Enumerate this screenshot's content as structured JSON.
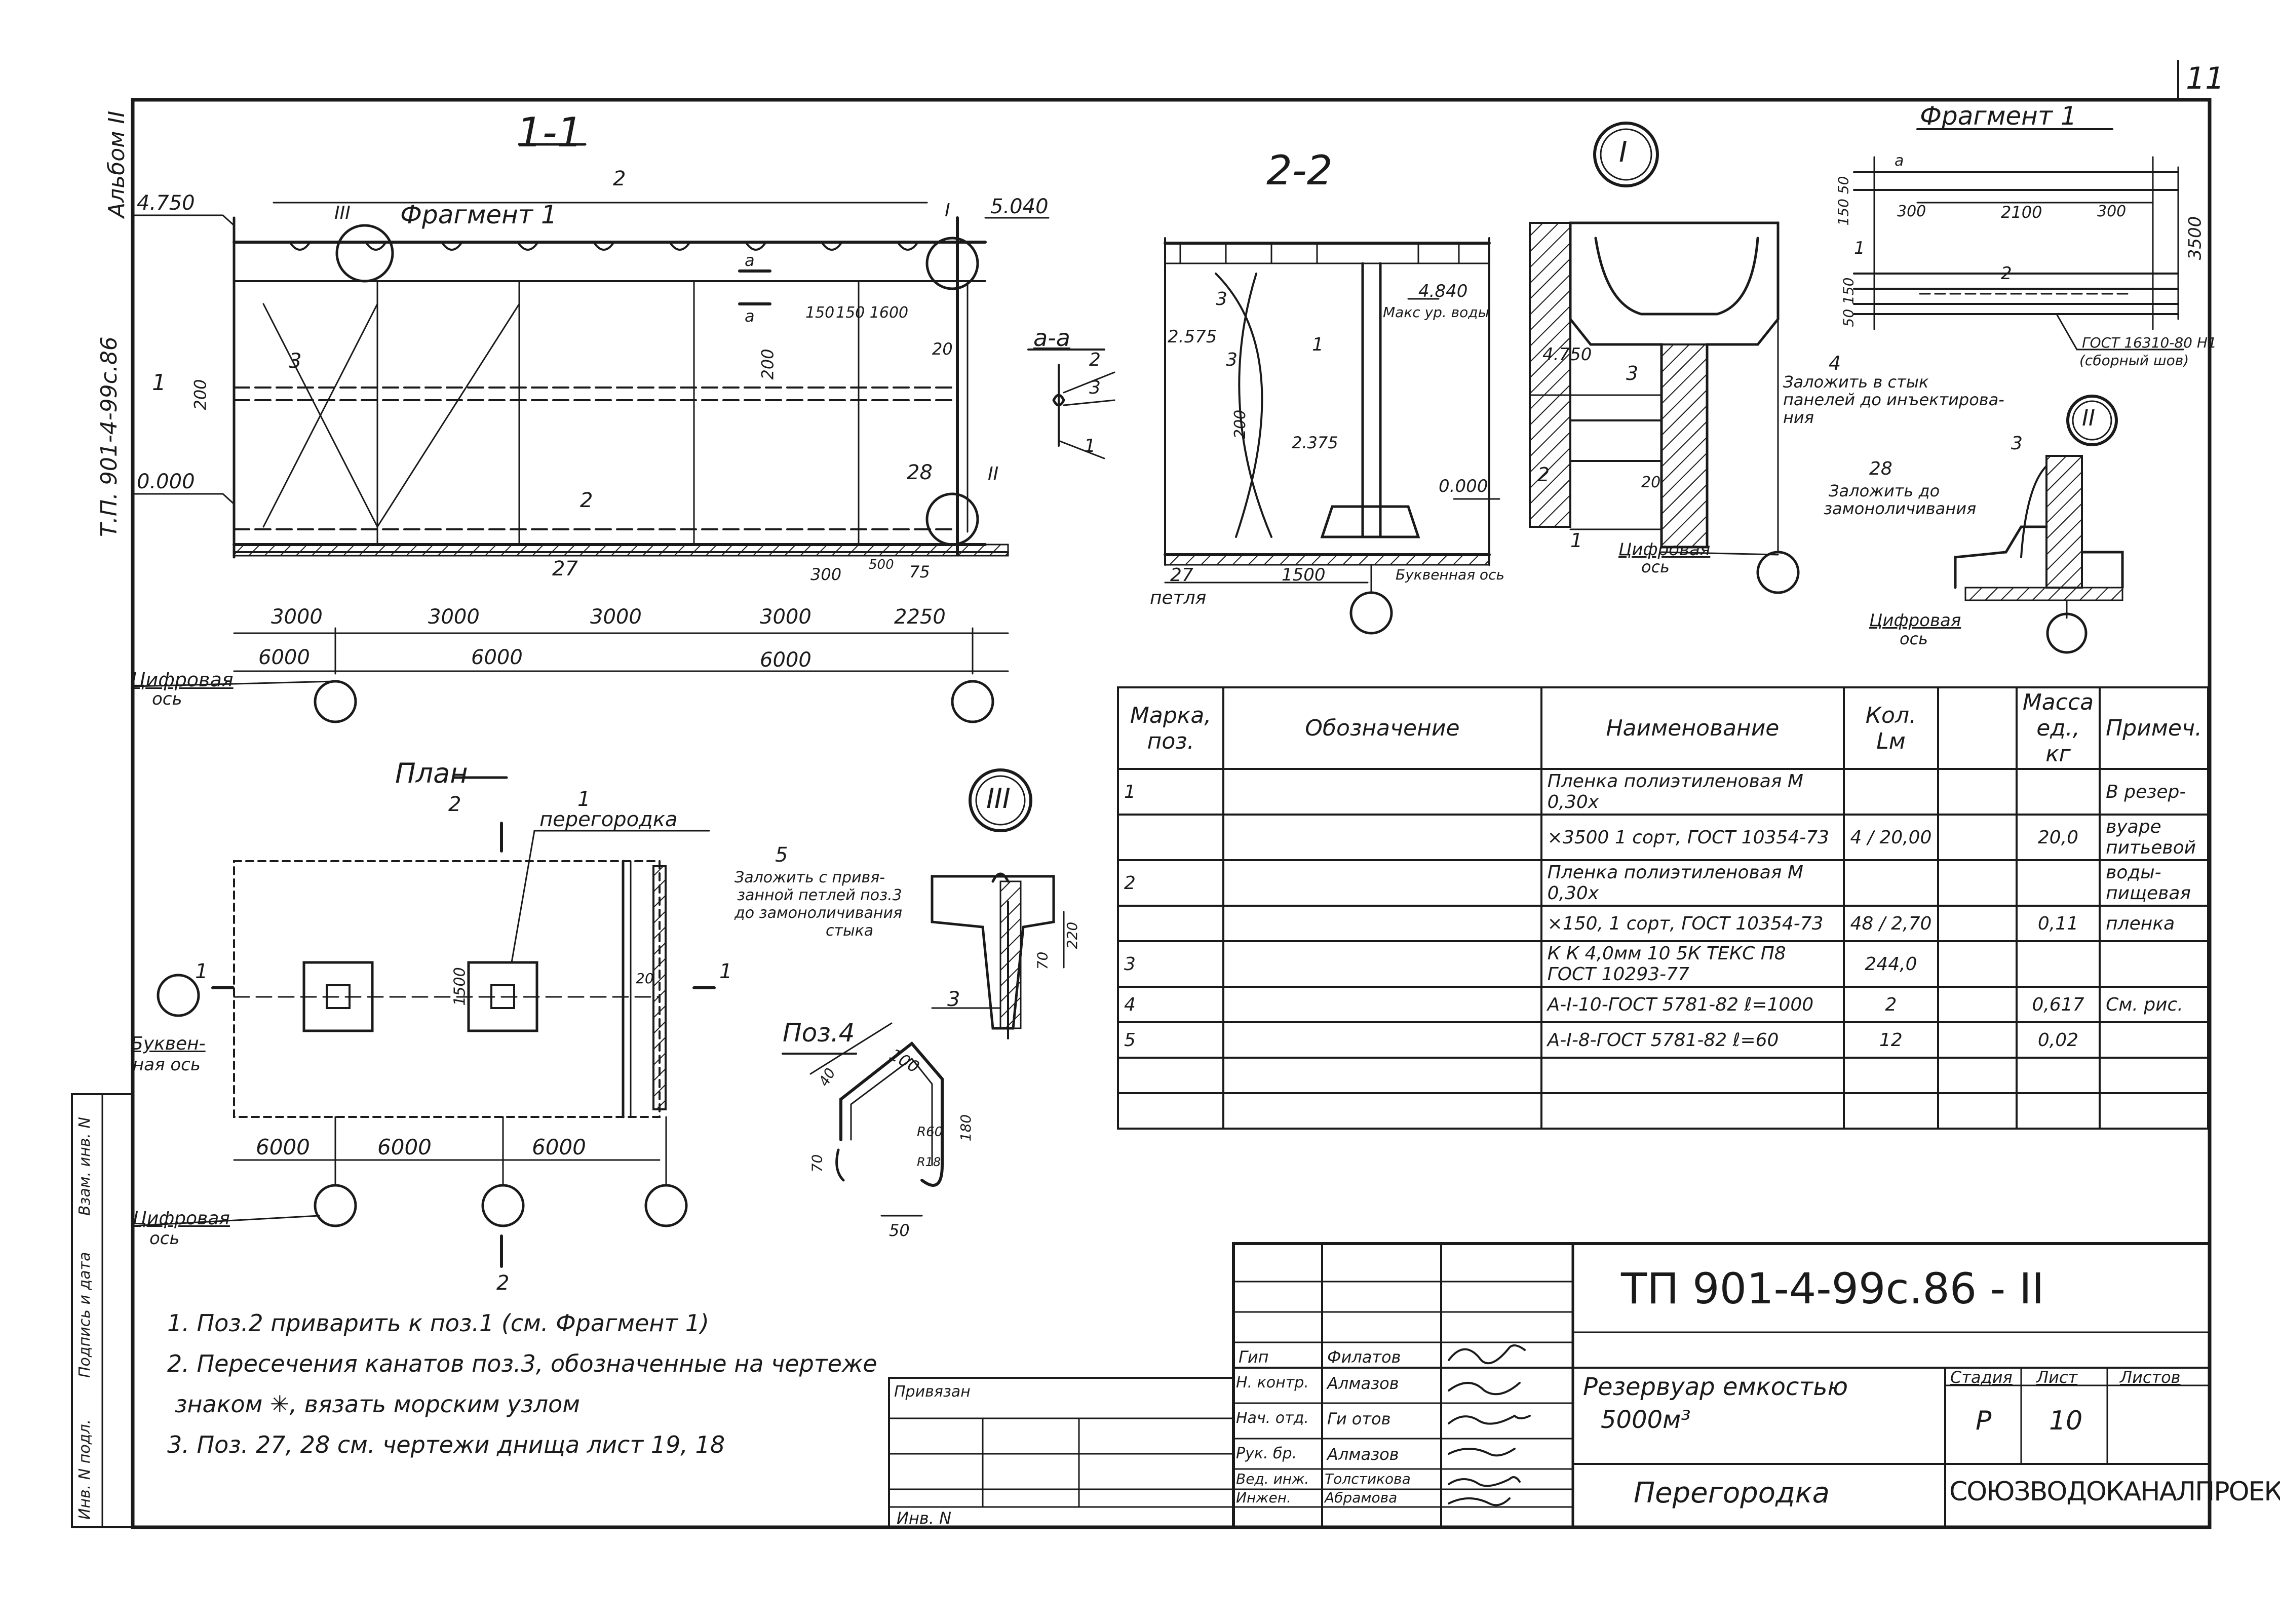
{
  "sheet_number": "11",
  "views": {
    "section_1_1": {
      "title": "1-1",
      "fragment_label": "Фрагмент 1",
      "elev_4750": "4.750",
      "elev_5040": "5.040",
      "elev_0000": "0.000",
      "pos_2_top": "2",
      "pos_1_left": "1",
      "pos_3": "3",
      "pos_2_bottom": "2",
      "pos_27": "27",
      "pos_28": "28",
      "pos_20": "20",
      "dim_200_left": "200",
      "dim_200_mid": "200",
      "dim_150": "150",
      "dim_150_1600": "150 1600",
      "dim_300": "300",
      "dim_500": "500",
      "dim_75": "75",
      "dims_3000": [
        "3000",
        "3000",
        "3000",
        "3000"
      ],
      "dim_2250": "2250",
      "dims_6000": [
        "6000",
        "6000",
        "6000"
      ],
      "axis_label_1": "Цифровая",
      "axis_label_2": "ось",
      "node_I": "I",
      "node_II": "II",
      "node_III": "III",
      "section_a": "а",
      "side_stamp": "Т.П. 901-4-99с.86",
      "side_stamp_2": "Альбом II"
    },
    "section_a_a": {
      "title": "а-а",
      "pos_2": "2",
      "pos_3": "3",
      "pos_1": "1"
    },
    "section_2_2": {
      "title": "2-2",
      "pos_3a": "3",
      "pos_3b": "3",
      "pos_1": "1",
      "elev_2575": "2.575",
      "elev_4840": "4.840",
      "max_level": "Макс ур. воды",
      "dim_200": "200",
      "elev_2375": "2.375",
      "elev_0000": "0.000",
      "pos_27": "27",
      "loop_label": "петля",
      "dim_1500": "1500",
      "letter_axis": "Буквенная ось"
    },
    "node_I": {
      "title": "I",
      "elev_4750": "4.750",
      "pos_3": "3",
      "pos_2": "2",
      "pos_1": "1",
      "pos_4": "4",
      "dim_20": "20",
      "note": [
        "Заложить в стык",
        "панелей до инъектирова-",
        "ния"
      ],
      "axis_label_1": "Цифровая",
      "axis_label_2": "ось"
    },
    "fragment_1": {
      "title": "Фрагмент 1",
      "dim_150_50": "150 50",
      "dim_300a": "300",
      "dim_2100": "2100",
      "dim_300b": "300",
      "dim_3500": "3500",
      "dim_50_150": "50 150",
      "pos_a": "а",
      "pos_1": "1",
      "pos_2": "2",
      "gost_note": [
        "ГОСТ 16310-80 Н1",
        "(сборный шов)"
      ]
    },
    "node_II": {
      "title": "II",
      "pos_3": "3",
      "pos_28": "28",
      "note": [
        "Заложить до",
        "замоноличивания"
      ],
      "axis_label_1": "Цифровая",
      "axis_label_2": "ось"
    },
    "plan": {
      "title": "План",
      "section_2_top": "2",
      "section_2_bottom": "2",
      "pos_1": "1",
      "pos_label": "перегородка",
      "dim_1500": "1500",
      "dim_20": "20",
      "cut_1_left": "1",
      "cut_1_right": "1",
      "letter_axis_1": "Буквен-",
      "letter_axis_2": "ная ось",
      "dims_6000": [
        "6000",
        "6000",
        "6000"
      ],
      "axis_label_1": "Цифровая",
      "axis_label_2": "ось"
    },
    "node_III": {
      "title": "III",
      "pos_5": "5",
      "pos_3": "3",
      "dim_220": "220",
      "dim_70": "70",
      "note": [
        "Заложить с привя-",
        "занной петлей поз.3",
        "до замоноличивания",
        "стыка"
      ]
    },
    "pos_4_detail": {
      "title": "Поз.4",
      "dim_100": "100",
      "dim_40": "40",
      "dim_70": "70",
      "dim_r60": "R60",
      "dim_180": "180",
      "dim_r18": "R18",
      "dim_50": "50"
    }
  },
  "spec_table": {
    "headers": [
      "Марка, поз.",
      "Обозначение",
      "Наименование",
      "Кол. Lм",
      "",
      "Масса ед., кг",
      "Примеч."
    ],
    "rows": [
      [
        "1",
        "",
        "Пленка полиэтиленовая М 0,30х",
        "",
        "",
        "",
        "В резер-"
      ],
      [
        "",
        "",
        "×3500 1 сорт, ГОСТ 10354-73",
        "4 / 20,00",
        "",
        "20,0",
        "вуаре питьевой"
      ],
      [
        "2",
        "",
        "Пленка полиэтиленовая М 0,30х",
        "",
        "",
        "",
        "воды- пищевая"
      ],
      [
        "",
        "",
        "×150, 1 сорт, ГОСТ 10354-73",
        "48 / 2,70",
        "",
        "0,11",
        "пленка"
      ],
      [
        "3",
        "",
        "К К 4,0мм 10 5К ТЕКС П8 ГОСТ 10293-77",
        "244,0",
        "",
        "",
        ""
      ],
      [
        "4",
        "",
        "А-I-10-ГОСТ 5781-82 ℓ=1000",
        "2",
        "",
        "0,617",
        "См. рис."
      ],
      [
        "5",
        "",
        "А-I-8-ГОСТ 5781-82 ℓ=60",
        "12",
        "",
        "0,02",
        ""
      ],
      [
        "",
        "",
        "",
        "",
        "",
        "",
        ""
      ],
      [
        "",
        "",
        "",
        "",
        "",
        "",
        ""
      ]
    ]
  },
  "notes": [
    "1. Поз.2 приварить к поз.1 (см. Фрагмент 1)",
    "2. Пересечения канатов поз.3, обозначенные на чертеже",
    "знаком ✳, вязать морским узлом",
    "3. Поз. 27, 28 см. чертежи днища лист 19, 18"
  ],
  "title_block": {
    "doc_code": "ТП 901-4-99с.86 - II",
    "project_name": "Резервуар емкостью",
    "project_volume": "5000м³",
    "sheet_title": "Перегородка",
    "organization": "СОЮЗВОДОКАНАЛПРОЕКТ",
    "stage_label": "Стадия",
    "sheet_label": "Лист",
    "sheets_label": "Листов",
    "stage_value": "Р",
    "sheet_value": "10",
    "sheets_value": "",
    "attached_label": "Привязан",
    "inv_label": "Инв. N",
    "roles": [
      {
        "role": "Гип",
        "name": "Филатов"
      },
      {
        "role": "Н. контр.",
        "name": "Алмазов"
      },
      {
        "role": "Нач. отд.",
        "name": "Ги отов"
      },
      {
        "role": "Рук. бр.",
        "name": "Алмазов"
      },
      {
        "role": "Вед. инж.",
        "name": "Толстикова"
      },
      {
        "role": "Инжен.",
        "name": "Абрамова"
      }
    ],
    "left_strip": [
      "Инв. N подл.",
      "Подпись и дата",
      "Взам. инв. N"
    ]
  },
  "colors": {
    "ink": "#1a1a1a",
    "paper": "#ffffff"
  }
}
